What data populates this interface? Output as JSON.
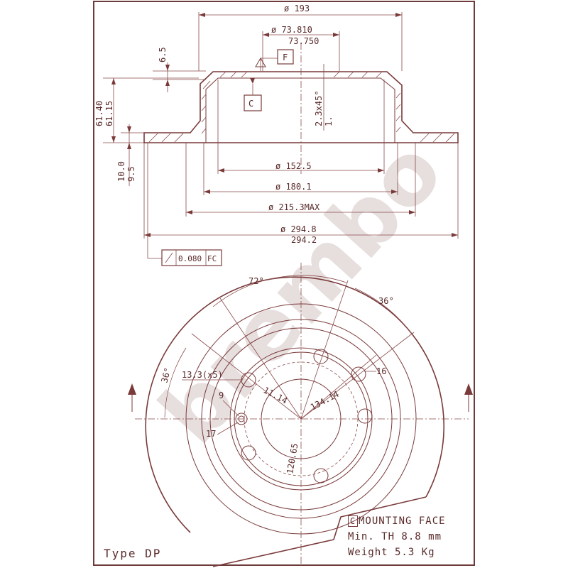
{
  "dimensions": {
    "overall_diameter": "ø 193",
    "hub_bore_max": "ø 73.810",
    "hub_bore_min": "73.750",
    "hat_step": "6.5",
    "height_max": "61.40",
    "height_min": "61.15",
    "thickness_max": "10.0",
    "thickness_min": "9.5",
    "chamfer": "2.3x45°",
    "chamfer_sub": "1.",
    "inner_diameter_1": "ø 152.5",
    "inner_diameter_2": "ø 180.1",
    "inner_diameter_3": "ø 215.3MAX",
    "outer_diameter_max": "ø 294.8",
    "outer_diameter_min": "294.2",
    "runout": "0.080",
    "runout_ref": "FC",
    "datum_f": "F",
    "datum_c": "C"
  },
  "plan_view": {
    "angle_72": "72°",
    "angle_36_right": "36°",
    "angle_36_left": "36°",
    "hole_spec": "13.3(x5)",
    "hole_16": "16",
    "hole_9": "9",
    "hole_17": "17",
    "pcd_1": "11.14",
    "pcd_2": "134.14",
    "pcd_3": "120.65"
  },
  "info": {
    "mounting_face_code": "C",
    "mounting_face": "MOUNTING FACE",
    "min_thickness": "Min. TH 8.8 mm",
    "weight": "Weight 5.3 Kg",
    "type": "Type DP"
  },
  "watermark": "brembo",
  "colors": {
    "line": "#7a3a3a",
    "text": "#5a2a2a",
    "watermark": "#e7dede"
  }
}
